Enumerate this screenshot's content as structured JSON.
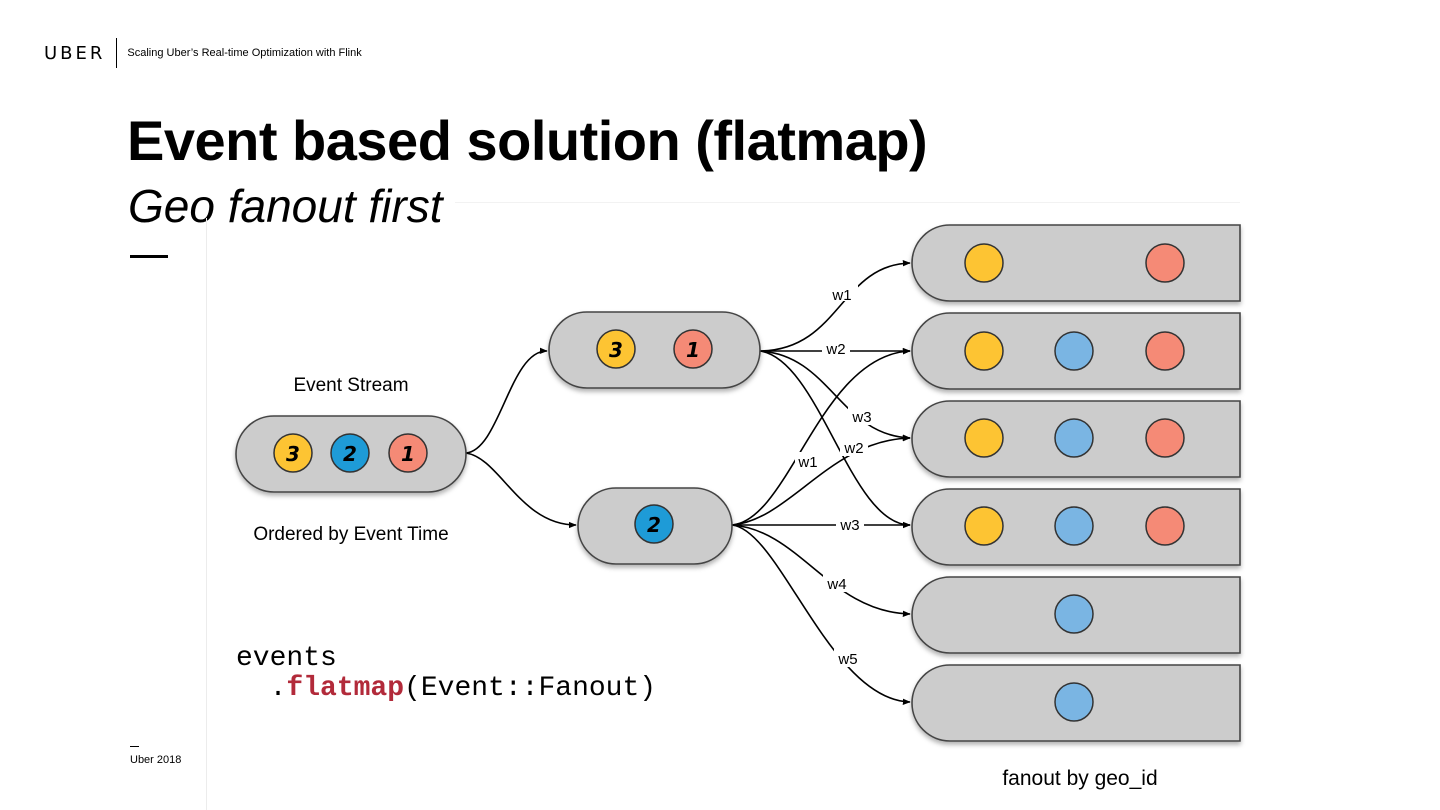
{
  "header": {
    "logo": "UBER",
    "deck_title": "Scaling Uber’s Real-time Optimization with Flink"
  },
  "title": "Event based solution (flatmap)",
  "subtitle": "Geo fanout first",
  "footer": {
    "text": "Uber 2018"
  },
  "colors": {
    "yellow": "#fdc433",
    "blue": "#1e9bd7",
    "light_blue": "#7ab5e3",
    "salmon": "#f58a76",
    "pill": "#cccccc",
    "code_keyword": "#b22a3a"
  },
  "diagram": {
    "event_stream_label": "Event Stream",
    "ordered_label": "Ordered by Event Time",
    "fanout_label": "fanout by geo_id",
    "stream_events": [
      "3",
      "2",
      "1"
    ],
    "upper_events": [
      "3",
      "1"
    ],
    "lower_events": [
      "2"
    ],
    "edge_labels": {
      "w1_top": "w1",
      "w2": "w2",
      "w3": "w3",
      "w1": "w1",
      "w2_b": "w2",
      "w3_b": "w3",
      "w4": "w4",
      "w5": "w5"
    }
  },
  "code": {
    "line1": "events",
    "dot": ".",
    "method": "flatmap",
    "args": "(Event::Fanout)"
  }
}
